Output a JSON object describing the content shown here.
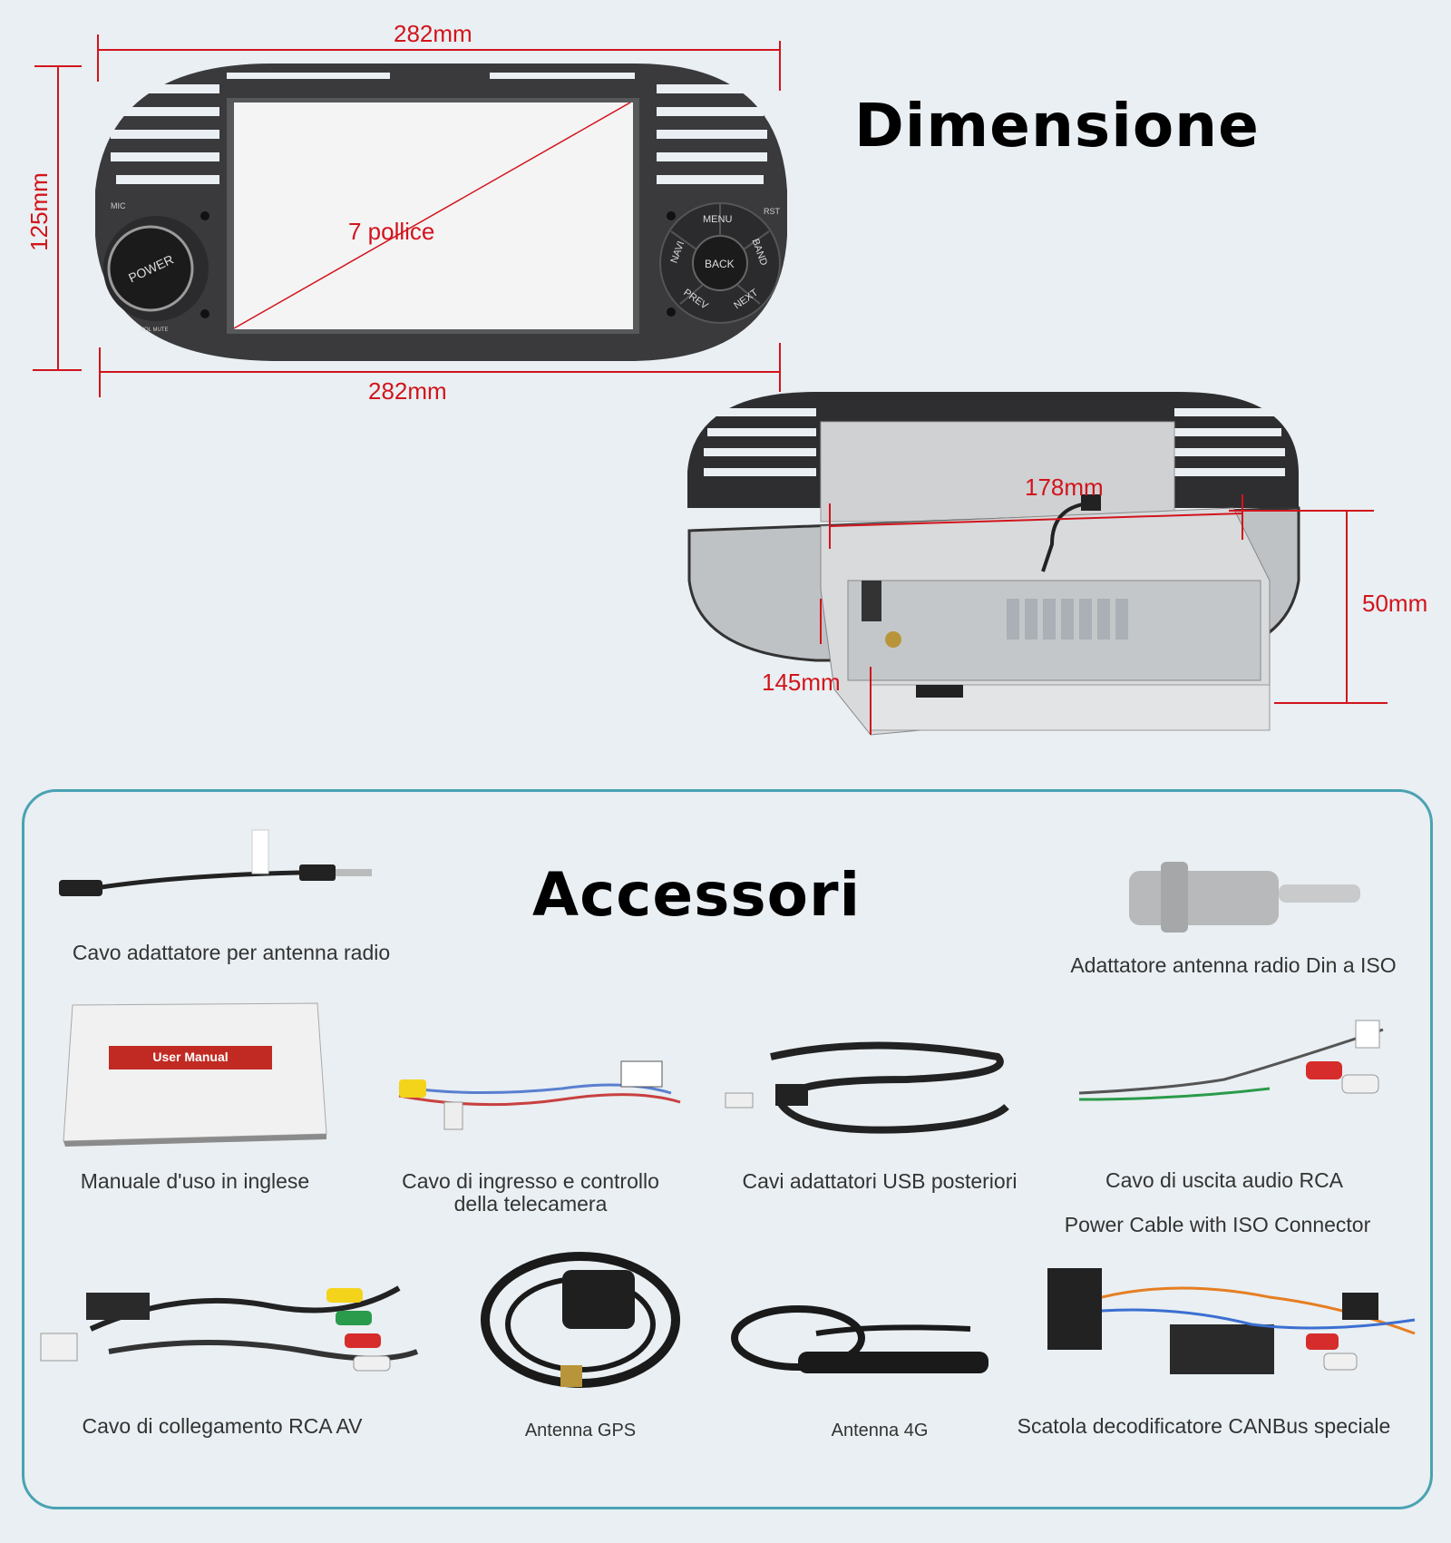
{
  "headings": {
    "dimensione": "Dimensione",
    "accessori": "Accessori"
  },
  "dimensions": {
    "top_width": "282mm",
    "bottom_width": "282mm",
    "height": "125mm",
    "screen": "7 pollice",
    "depth_width": "178mm",
    "depth": "50mm",
    "depth_front": "145mm"
  },
  "device_labels": {
    "mic": "MIC",
    "rst": "RST",
    "power": "POWER",
    "vol_mute": "VOL MUTE",
    "menu": "MENU",
    "navi": "NAVI",
    "band": "BAND",
    "back": "BACK",
    "prev": "PREV",
    "next": "NEXT"
  },
  "accessories": [
    {
      "label": "Cavo adattatore per antenna radio",
      "icon": "antenna-cable-icon"
    },
    {
      "label": "Adattatore antenna radio Din a ISO",
      "icon": "din-iso-adapter-icon"
    },
    {
      "label": "Manuale d'uso in inglese",
      "icon": "manual-icon",
      "badge": "User Manual"
    },
    {
      "label": "Cavo di ingresso e controllo della telecamera",
      "icon": "camera-cable-icon"
    },
    {
      "label": "Cavi adattatori USB posteriori",
      "icon": "usb-cable-icon"
    },
    {
      "label": "Cavo di uscita audio RCA",
      "icon": "rca-audio-cable-icon"
    },
    {
      "label": "Power Cable with ISO Connector",
      "icon": "iso-power-cable-icon"
    },
    {
      "label": "Cavo di collegamento RCA AV",
      "icon": "rca-av-cable-icon"
    },
    {
      "label": "Antenna GPS",
      "icon": "gps-antenna-icon"
    },
    {
      "label": "Antenna 4G",
      "icon": "antenna-4g-icon"
    },
    {
      "label": "Scatola decodificatore CANBus speciale",
      "icon": "canbus-box-icon"
    }
  ],
  "colors": {
    "background": "#e9eff2",
    "dimension_red": "#d2141c",
    "panel_border": "#4aa2b3",
    "device_body": "#3a3a3c"
  }
}
